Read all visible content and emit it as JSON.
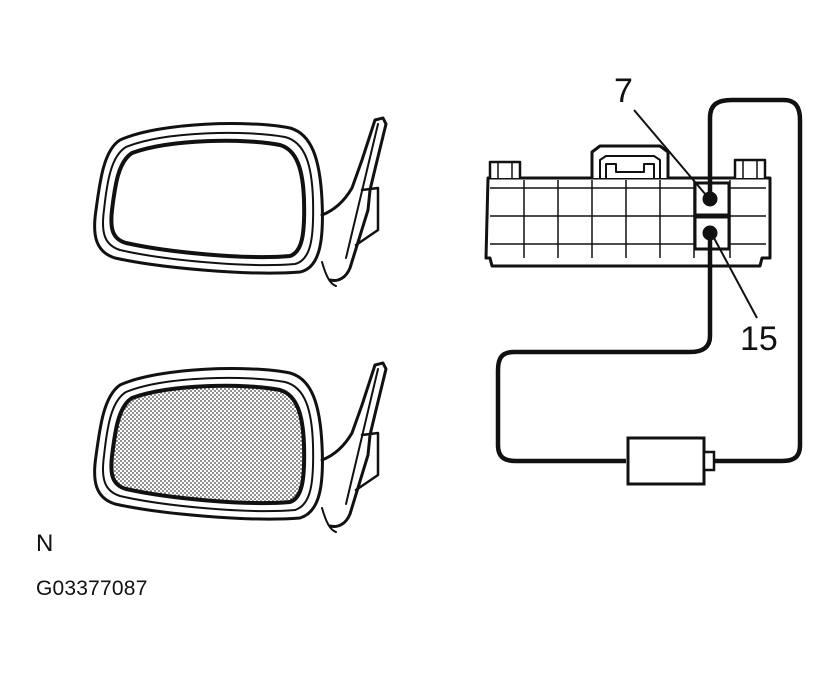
{
  "labels": {
    "pin_7": "7",
    "pin_15": "15",
    "state": "N",
    "figure_code": "G03377087"
  },
  "colors": {
    "line": "#111111",
    "fill": "#ffffff",
    "dot_shade": "#444444"
  }
}
